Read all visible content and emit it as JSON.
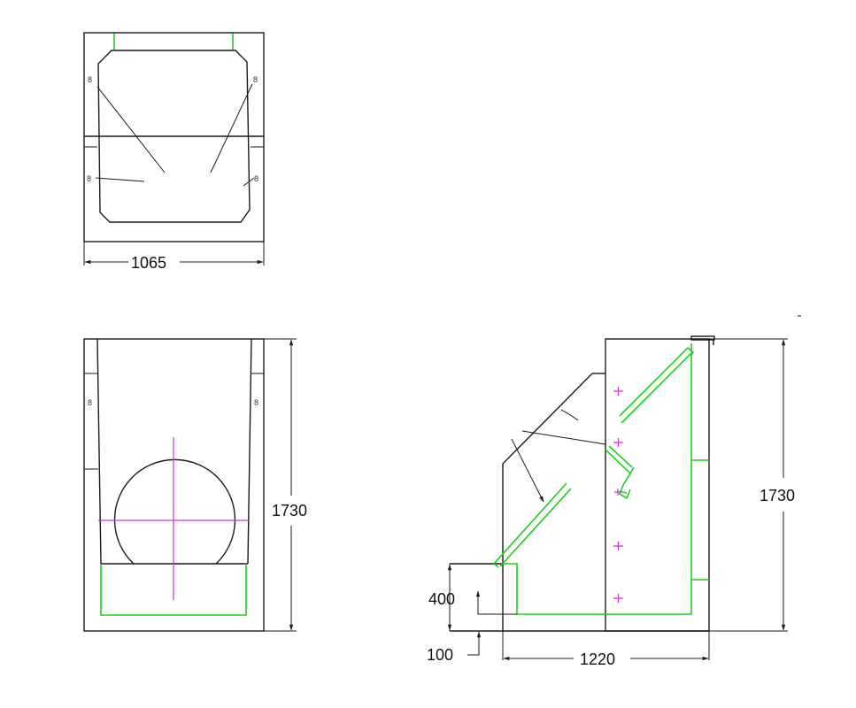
{
  "drawing": {
    "colors": {
      "outline": "#1a1a1a",
      "green_parts": "#22cc22",
      "center_marks": "#cc33cc"
    },
    "top_view": {
      "dimension_width": "1065",
      "bolt_labels": [
        "8",
        "8",
        "8",
        "8"
      ]
    },
    "front_view": {
      "dimension_height": "1730",
      "bolt_labels": [
        "8",
        "8"
      ]
    },
    "side_view": {
      "dimension_height": "1730",
      "dimension_depth": "1220",
      "dimension_step": "400",
      "dimension_base": "100"
    }
  }
}
